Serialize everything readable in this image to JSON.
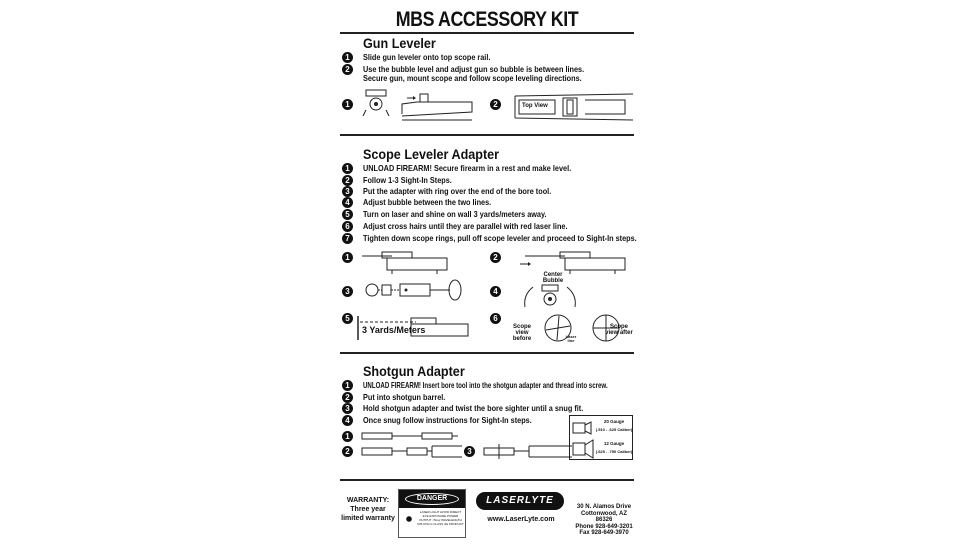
{
  "title": "MBS ACCESSORY KIT",
  "gun_leveler": {
    "heading": "Gun Leveler",
    "steps": [
      "Slide gun leveler onto top scope rail.",
      "Use the bubble level and adjust gun so bubble is between lines.",
      "Secure gun, mount scope and follow scope leveling directions."
    ],
    "figure_numbers": [
      "1",
      "2"
    ],
    "top_view_label": "Top View"
  },
  "scope_leveler": {
    "heading": "Scope Leveler Adapter",
    "steps": [
      "UNLOAD FIREARM! Secure firearm in a rest and make level.",
      "Follow 1-3 Sight-In Steps.",
      "Put the adapter with ring over the end of the bore tool.",
      "Adjust bubble between the two lines.",
      "Turn on laser and shine on wall 3 yards/meters away.",
      "Adjust cross hairs until they are parallel with red laser line.",
      "Tighten down scope rings, pull off scope leveler and proceed to Sight-In steps."
    ],
    "figure_numbers": [
      "1",
      "2",
      "3",
      "4",
      "5",
      "6"
    ],
    "distance_label": "3 Yards/Meters",
    "center_bubble": "Center Bubble",
    "scope_before": "Scope view before",
    "scope_after": "Scope view after",
    "laser_line": "Laser line"
  },
  "shotgun": {
    "heading": "Shotgun  Adapter",
    "steps": [
      "UNLOAD FIREARM! Insert bore tool into the shotgun adapter and thread into screw.",
      "Put into shotgun barrel.",
      "Hold shotgun adapter and twist the bore sighter until a snug fit.",
      "Once snug follow instructions for Sight-In steps."
    ],
    "figure_numbers": [
      "1",
      "2",
      "3"
    ],
    "gauge_20": "20 Gauge",
    "gauge_20_range": "(.510 - .625 Caliber)",
    "gauge_12": "12 Gauge",
    "gauge_12_range": "(.625 - .750 Caliber)"
  },
  "footer": {
    "warranty_title": "WARRANTY:",
    "warranty_line1": "Three year",
    "warranty_line2": "limited warranty",
    "danger": "DANGER",
    "danger_text": "LASER LIGHT AVOID DIRECT EYE EXPOSURE POWER OUTPUT <5mw WAVELENGTH 635-670nm CLASS IIIa PRODUCT",
    "logo": "LASERLYTE",
    "website": "www.LaserLyte.com",
    "address1": "30 N. Alamos Drive",
    "address2": "Cottonwood, AZ 86326",
    "phone": "Phone 928-649-3201",
    "fax": "Fax 928-649-3970"
  }
}
